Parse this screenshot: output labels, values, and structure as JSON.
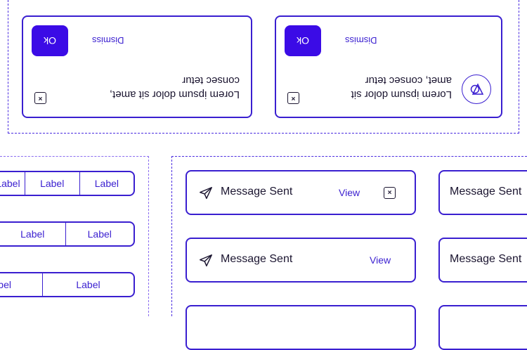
{
  "notifications": [
    {
      "text_line1": "Lorem ipsum dolor sit",
      "text_line2": "amet, consec tetur",
      "dismiss_label": "Dismiss",
      "ok_label": "Ok",
      "close_glyph": "×",
      "icon": "shape-icon"
    },
    {
      "text_line1": "Lorem ipsum dolor sit amet,",
      "text_line2": "consec tetur",
      "dismiss_label": "Dismiss",
      "ok_label": "Ok",
      "close_glyph": "×"
    }
  ],
  "tab_groups": [
    {
      "tabs": [
        "Label",
        "Label",
        "Label"
      ]
    },
    {
      "tabs": [
        "Label",
        "Label"
      ]
    },
    {
      "tabs": [
        "Label",
        "Label"
      ]
    }
  ],
  "toasts": [
    {
      "message": "Message Sent",
      "action_label": "View",
      "close_glyph": "×",
      "icon": "send-icon"
    },
    {
      "message": "Message Sent",
      "action_label": "View",
      "icon": "send-icon"
    },
    {
      "message": "Message Sent"
    },
    {
      "message": "Message Sent"
    }
  ],
  "colors": {
    "accent": "#3a1fd0",
    "button": "#3b0be6",
    "text": "#1b1530"
  }
}
